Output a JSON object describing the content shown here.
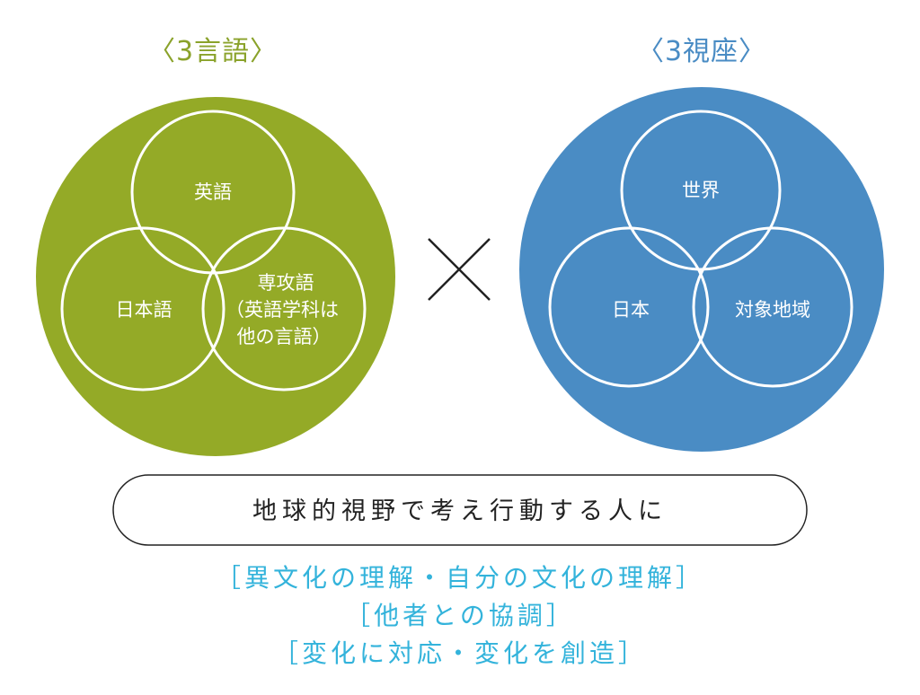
{
  "colors": {
    "green": "#94aa27",
    "blue": "#4a8cc4",
    "white": "#ffffff",
    "heading_green": "#8aa22a",
    "heading_blue": "#4a8cc4",
    "values_text": "#33b3db",
    "cross": "#222222",
    "slogan_border": "#222222"
  },
  "languages": {
    "heading": "〈3言語〉",
    "labels": {
      "english": "英語",
      "japanese": "日本語",
      "major_line1": "専攻語",
      "major_line2": "（英語学科は",
      "major_line3": "他の言語）"
    }
  },
  "perspectives": {
    "heading": "〈3視座〉",
    "labels": {
      "world": "世界",
      "japan": "日本",
      "target_region": "対象地域"
    }
  },
  "multiply_icon": "cross-icon",
  "slogan": "地球的視野で考え行動する人に",
  "values": [
    "［異文化の理解・自分の文化の理解］",
    "［他者との協調］",
    "［変化に対応・変化を創造］"
  ]
}
